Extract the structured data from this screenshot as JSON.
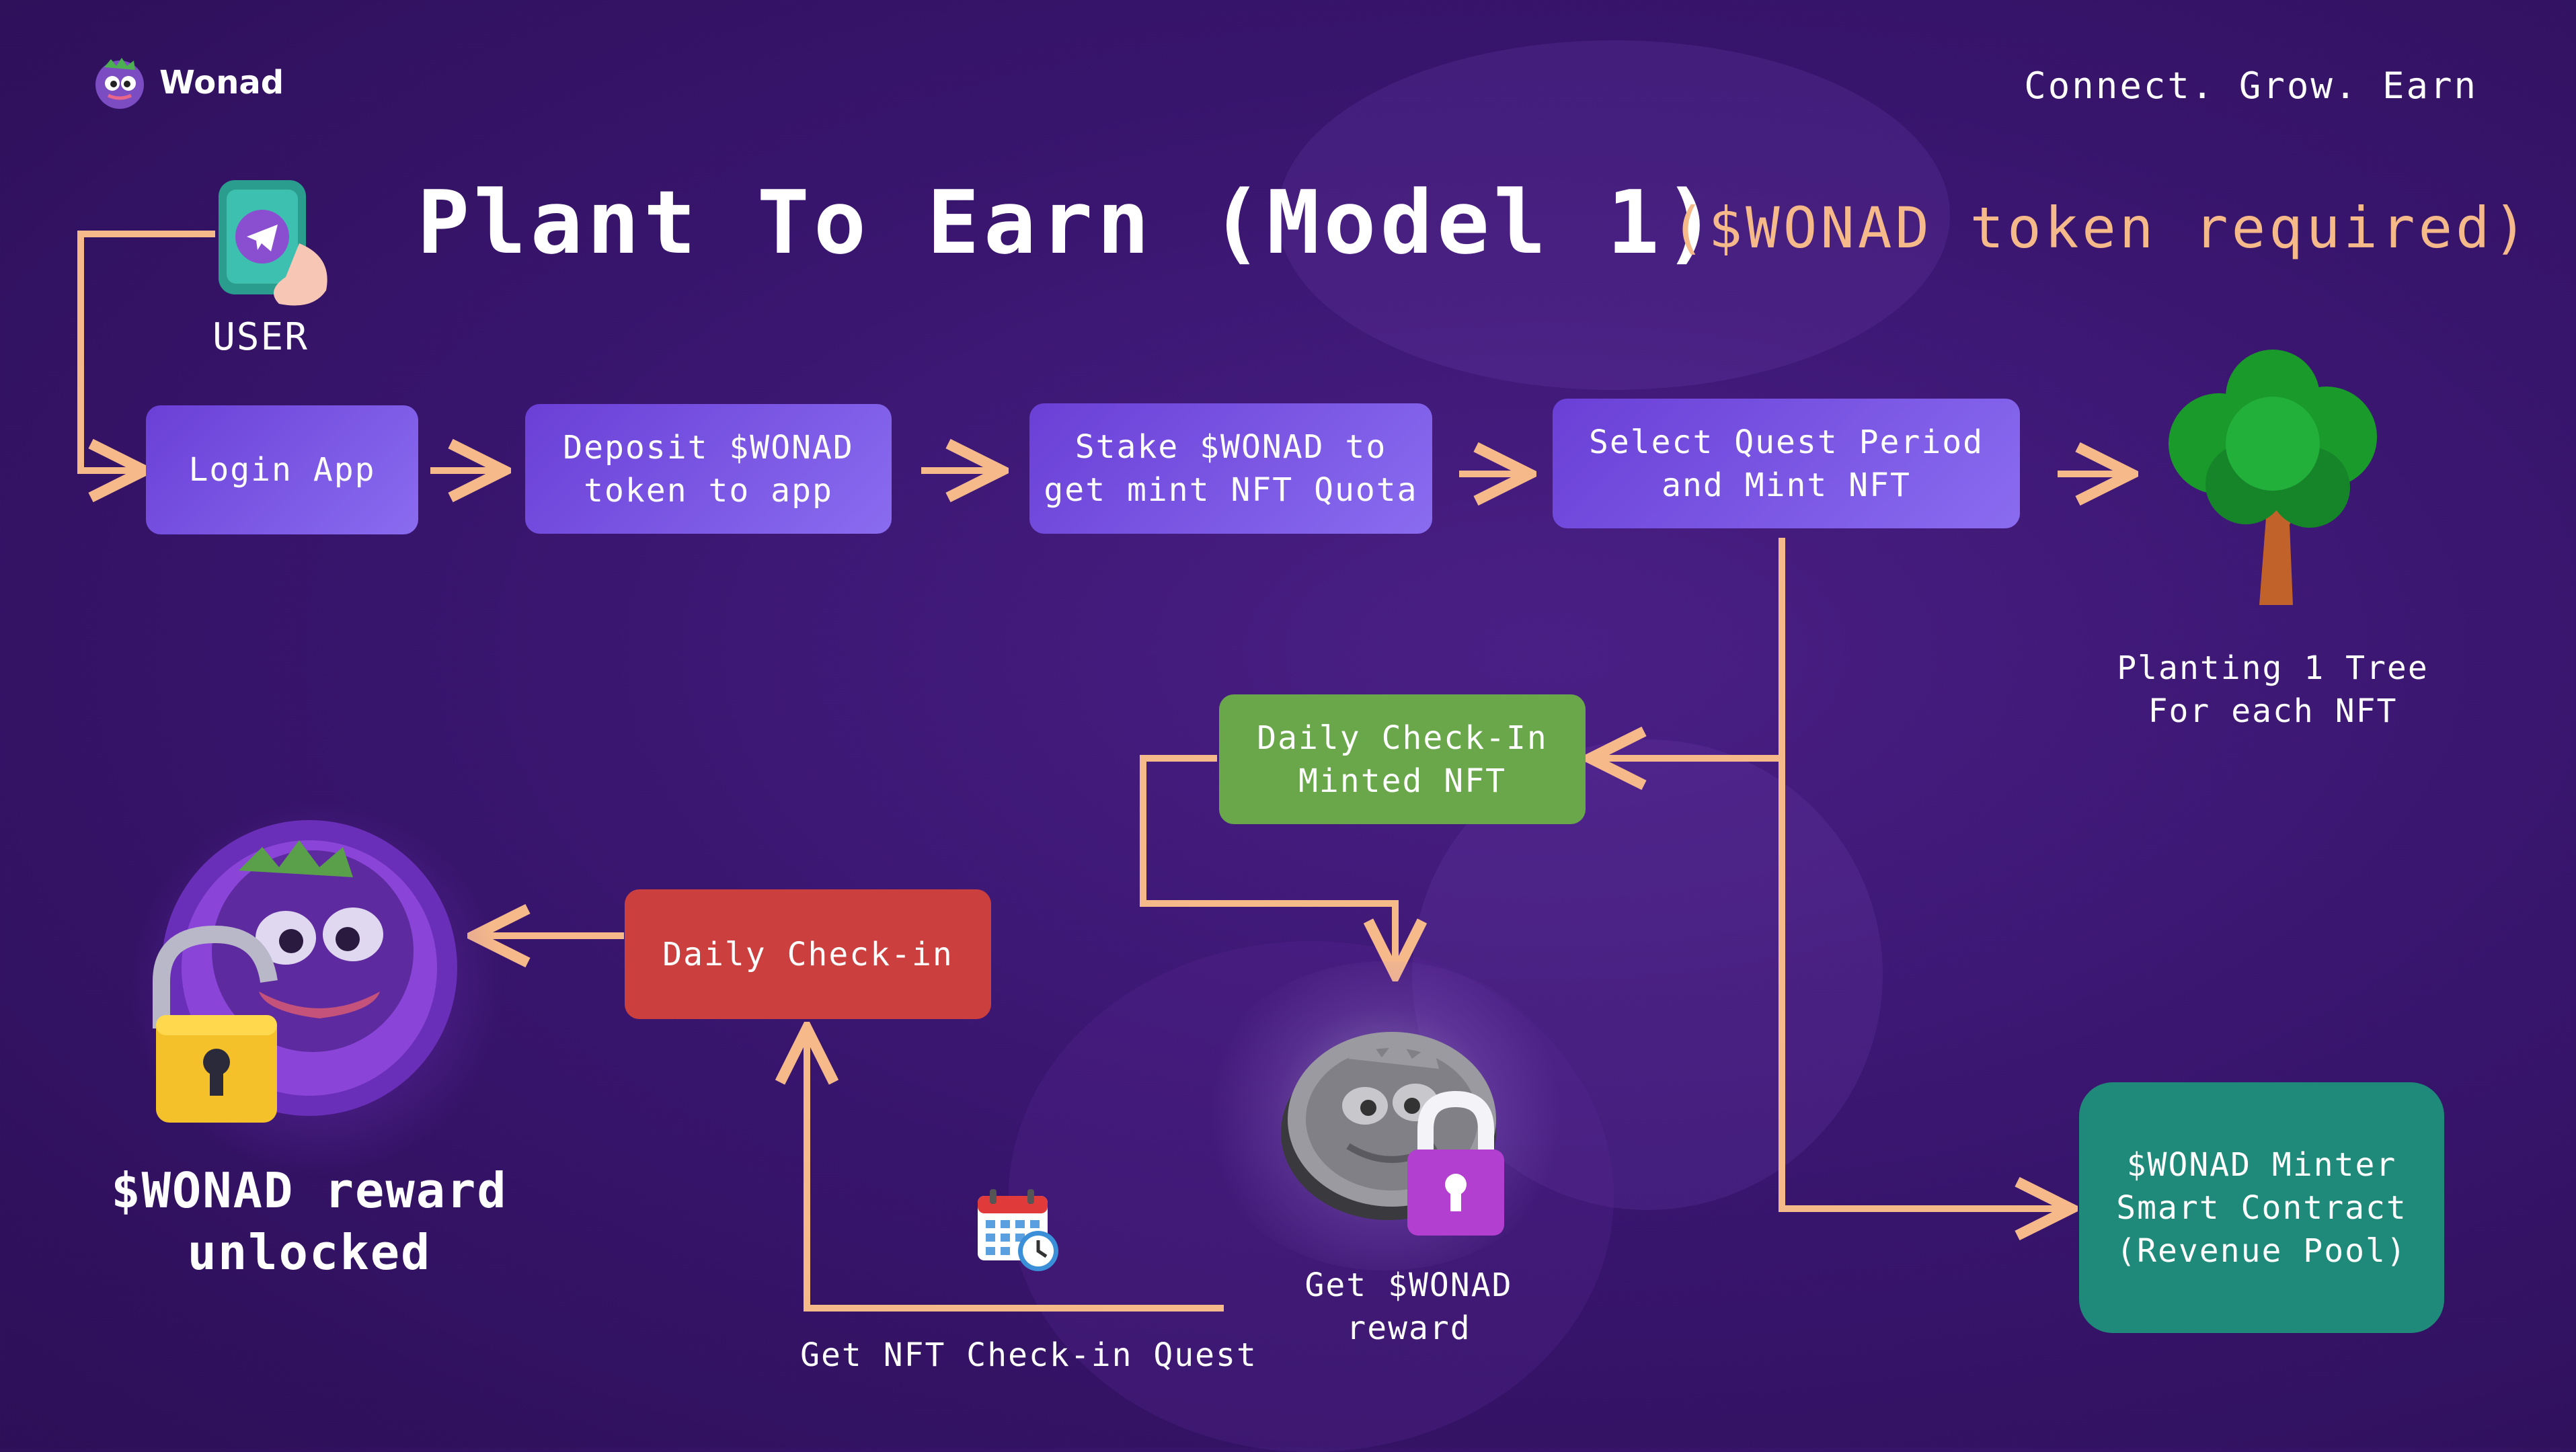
{
  "header": {
    "brand_name": "Wonad",
    "tagline": "Connect. Grow. Earn",
    "title": "Plant To Earn (Model 1)",
    "subtitle": "($WONAD token required)"
  },
  "nodes": {
    "user": "USER",
    "login": "Login App",
    "deposit": "Deposit $WONAD\ntoken to app",
    "stake": "Stake $WONAD to\nget mint NFT Quota",
    "select": "Select Quest Period\nand Mint NFT",
    "tree": "Planting 1 Tree\nFor each NFT",
    "daily_minted": "Daily Check-In\nMinted NFT",
    "daily_checkin": "Daily Check-in",
    "reward_unlocked": "$WONAD reward\nunlocked",
    "get_reward": "Get $WONAD\nreward",
    "nft_quest": "Get NFT Check-in Quest",
    "minter": "$WONAD Minter\nSmart Contract\n(Revenue Pool)"
  },
  "colors": {
    "background": "#3a1670",
    "accent_orange": "#f5b98a",
    "step_purple": "#7a55e3",
    "green": "#6aa74a",
    "red": "#cc3f3f",
    "teal": "#1f8a7a",
    "lock_yellow": "#f5c12a",
    "lock_purple": "#b23fd0"
  },
  "icons": [
    "wonad-logo-icon",
    "telegram-phone-icon",
    "tree-icon",
    "unlocked-padlock-icon",
    "coin-mascot-icon",
    "calendar-clock-icon",
    "locked-padlock-icon"
  ]
}
